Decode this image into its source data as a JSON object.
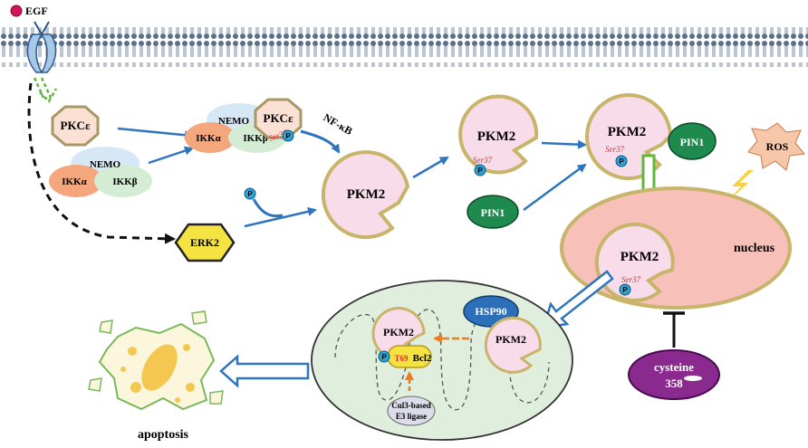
{
  "egf": "EGF",
  "pkce": "PKCε",
  "nemo": "NEMO",
  "ikka": "IKKα",
  "ikkb": "IKKβ",
  "nfkb": "NF-κB",
  "erk2": "ERK2",
  "pkm2": "PKM2",
  "pin1": "PIN1",
  "ros": "ROS",
  "nucleus": "nucleus",
  "ser37": "Ser37",
  "p": "P",
  "hsp90": "HSP90",
  "t69": "T69",
  "bcl2": "Bcl2",
  "cul3_line1": "Cul3-based",
  "cul3_line2": "E3 ligase",
  "cysteine": "cysteine",
  "cys_num": "358",
  "apoptosis": "apoptosis",
  "colors": {
    "arrow_blue": "#2e75c0",
    "arrow_green": "#5fb83a",
    "arrow_orange": "#f07c22",
    "pkm2_fill": "#f9dcea",
    "membrane_outline": "#c8b46a",
    "pin1": "#1e8a4e",
    "ros": "#f6c7a8",
    "nucleus": "#f7c0b8",
    "mito": "#dfeedd",
    "hsp90": "#2a6fb8",
    "cysteine": "#8a2a8e",
    "erk2": "#f5e342"
  }
}
